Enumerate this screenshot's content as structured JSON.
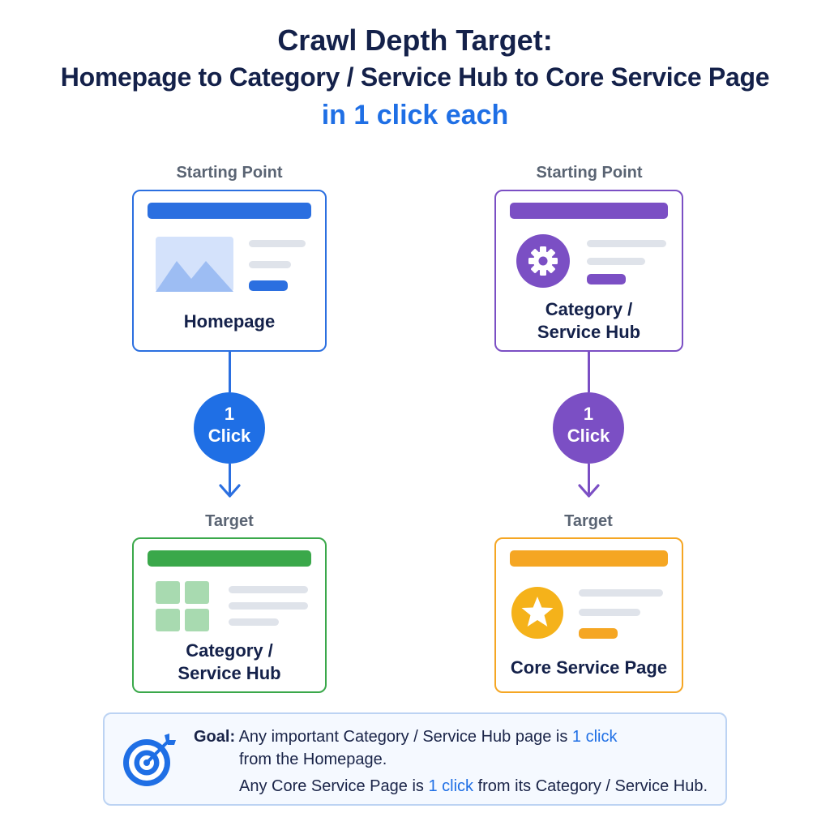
{
  "title": {
    "line1": "Crawl Depth Target:",
    "line2": "Homepage to Category / Service Hub to Core Service Page",
    "line3": "in 1 click each"
  },
  "left_flow": {
    "start_label": "Starting Point",
    "start_card": "Homepage",
    "step": {
      "number": "1",
      "word": "Click"
    },
    "target_label": "Target",
    "target_card": {
      "line1": "Category /",
      "line2": "Service Hub"
    }
  },
  "right_flow": {
    "start_label": "Starting Point",
    "start_card": {
      "line1": "Category /",
      "line2": "Service Hub"
    },
    "step": {
      "number": "1",
      "word": "Click"
    },
    "target_label": "Target",
    "target_card": "Core Service Page"
  },
  "goal": {
    "label": "Goal:",
    "line1_pre": "Any important Category / Service Hub page is",
    "line1_hl": "1 click",
    "line2": "from the Homepage.",
    "line3_pre": "Any Core Service Page is",
    "line3_hl": "1 click",
    "line3_post": "from its Category / Service Hub."
  },
  "colors": {
    "blue": "#2b6fe0",
    "purple": "#7b4fc4",
    "green": "#3aa84a",
    "orange": "#f5a623",
    "highlight": "#1f6fe5"
  },
  "icons": [
    "image-icon",
    "gear-icon",
    "grid-icon",
    "star-icon",
    "target-icon"
  ]
}
